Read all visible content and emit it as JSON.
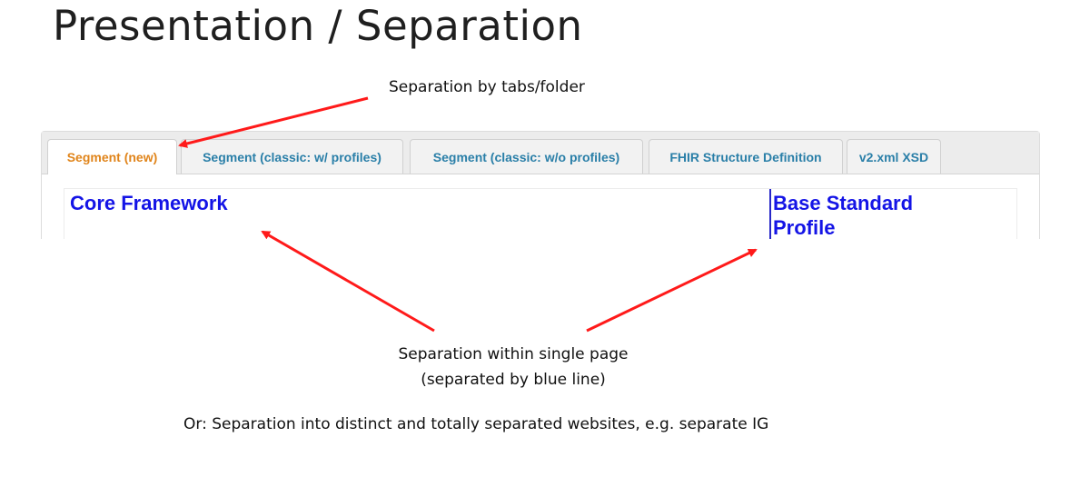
{
  "slide": {
    "title": "Presentation / Separation"
  },
  "annotations": {
    "tabs_note": "Separation by tabs/folder",
    "page_note_line1": "Separation within single page",
    "page_note_line2": "(separated by blue line)",
    "sites_note": "Or: Separation into distinct and totally separated websites, e.g.  separate IG"
  },
  "tabs": [
    {
      "label": "Segment (new)",
      "active": true
    },
    {
      "label": "Segment (classic: w/ profiles)",
      "active": false
    },
    {
      "label": "Segment (classic: w/o profiles)",
      "active": false
    },
    {
      "label": "FHIR Structure Definition",
      "active": false
    },
    {
      "label": "v2.xml XSD",
      "active": false
    }
  ],
  "content": {
    "left_heading": "Core Framework",
    "right_heading": "Base Standard Profile"
  },
  "colors": {
    "arrow": "#ff1a1a",
    "active_tab_text": "#e0841a",
    "tab_text": "#2a7fa8",
    "heading": "#1414e6",
    "divider": "#2727c8"
  }
}
